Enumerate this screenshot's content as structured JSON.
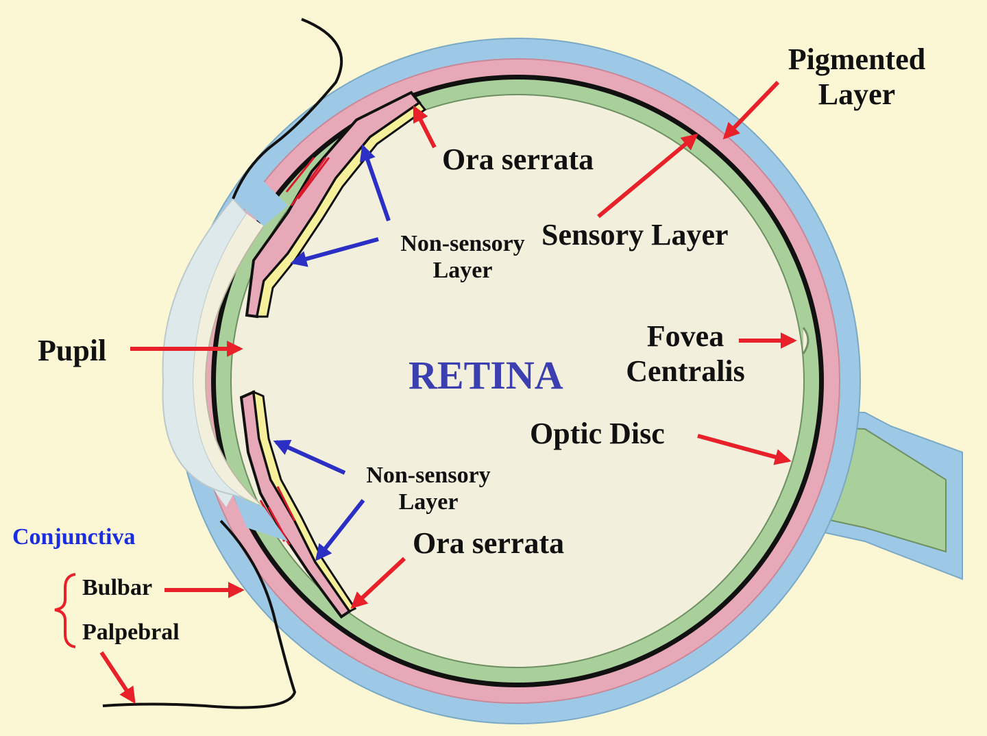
{
  "title": "RETINA",
  "labels": {
    "pigmented_layer_1": "Pigmented",
    "pigmented_layer_2": "Layer",
    "ora_serrata_top": "Ora serrata",
    "sensory_layer": "Sensory Layer",
    "non_sensory_top_1": "Non-sensory",
    "non_sensory_top_2": "Layer",
    "pupil": "Pupil",
    "fovea_1": "Fovea",
    "fovea_2": "Centralis",
    "optic_disc": "Optic Disc",
    "non_sensory_bottom_1": "Non-sensory",
    "non_sensory_bottom_2": "Layer",
    "ora_serrata_bottom": "Ora serrata",
    "conjunctiva": "Conjunctiva",
    "bulbar": "Bulbar",
    "palpebral": "Palpebral"
  },
  "colors": {
    "background": "#fbf6d3",
    "sclera": "#9ec9e6",
    "choroid": "#e7a9b8",
    "retina_sensory": "#a9cf9b",
    "non_sensory": "#f7f09a",
    "interior": "#f2efdc",
    "cornea": "#dde9ea",
    "title": "#3b3fb0",
    "arrow_red": "#e8202a",
    "arrow_blue": "#2b2fc4",
    "conjunctiva_text": "#1b2de0"
  }
}
